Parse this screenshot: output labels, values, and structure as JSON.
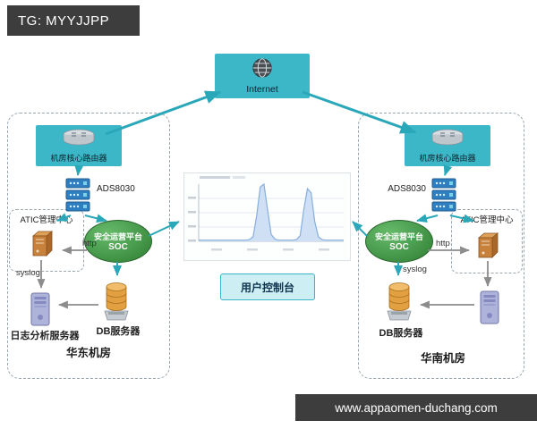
{
  "badges": {
    "top_left": "TG: MYYJJPP",
    "bottom_right": "www.appaomen-duchang.com"
  },
  "internet": {
    "label": "Internet"
  },
  "console": {
    "label": "用户控制台"
  },
  "regions": {
    "left": {
      "title": "华东机房",
      "router": "机房核心路由器",
      "switch": "ADS8030",
      "atic": "ATIC管理中心",
      "soc_line1": "安全运营平台",
      "soc_line2": "SOC",
      "http": "http",
      "syslog": "syslog",
      "log_server": "日志分析服务器",
      "db_server": "DB服务器"
    },
    "right": {
      "title": "华南机房",
      "router": "机房核心路由器",
      "switch": "ADS8030",
      "atic": "ATIC管理中心",
      "soc_line1": "安全运营平台",
      "soc_line2": "SOC",
      "http": "http",
      "syslog": "syslog",
      "db_server": "DB服务器"
    }
  },
  "icons": {
    "internet": "globe-icon",
    "router": "router-icon",
    "switch": "switch-icon",
    "atic_server": "server-box-icon",
    "log_server": "tower-server-icon",
    "db": "database-cylinder-icon"
  },
  "colors": {
    "teal": "#3bb7c8",
    "teal_light": "#cdeef3",
    "soc_green": "#2e7d32",
    "arrow_teal": "#2aa7b8",
    "arrow_gray": "#8c8c8c",
    "bar_dark": "#3d3d3d",
    "db_orange": "#e3a041",
    "server_orange": "#c8813b",
    "server_purple": "#aeb3da",
    "chart_fill": "#cfe0f4",
    "chart_stroke": "#86aede"
  },
  "chart_data": {
    "type": "area",
    "title": "",
    "xlabel": "",
    "ylabel": "",
    "x_range": [
      0,
      40
    ],
    "ylim": [
      0,
      1
    ],
    "values": [
      0.02,
      0.02,
      0.02,
      0.02,
      0.02,
      0.02,
      0.02,
      0.02,
      0.02,
      0.02,
      0.02,
      0.02,
      0.02,
      0.02,
      0.03,
      0.08,
      0.45,
      0.95,
      1.0,
      0.55,
      0.12,
      0.04,
      0.02,
      0.02,
      0.02,
      0.02,
      0.02,
      0.03,
      0.1,
      0.55,
      0.92,
      0.85,
      0.35,
      0.08,
      0.03,
      0.02,
      0.02,
      0.02,
      0.02,
      0.02,
      0.02
    ]
  }
}
